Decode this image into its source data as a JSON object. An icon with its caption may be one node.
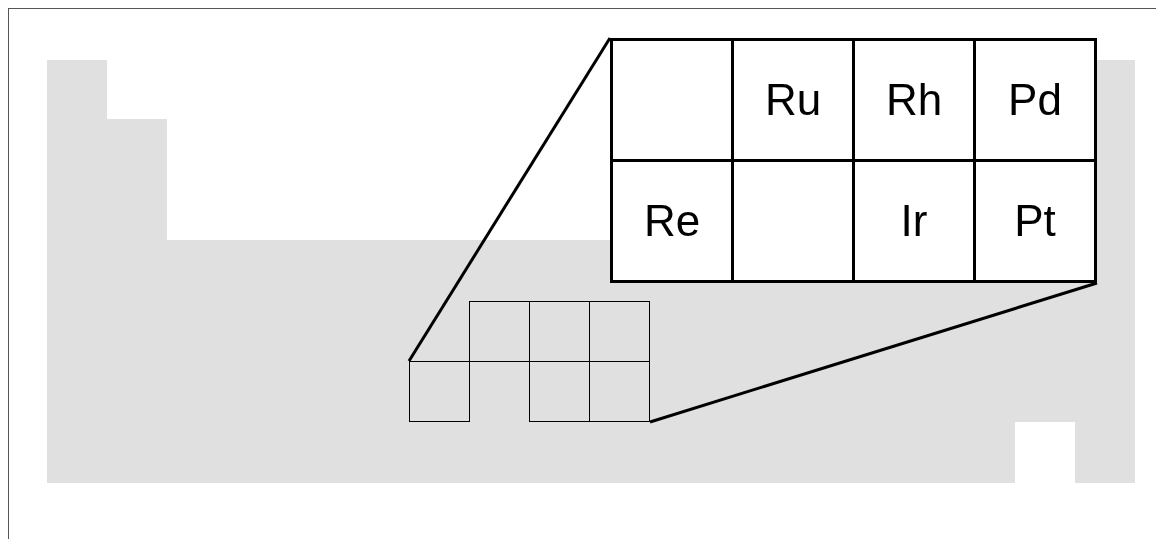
{
  "diagram": {
    "nodes": [
      {
        "text": [],
        "shape": "box"
      },
      {
        "text": [],
        "shape": "box",
        "in": 0
      },
      {
        "text": [
          "Ru"
        ],
        "in": 0
      },
      {
        "text": [
          "Rh"
        ],
        "in": 0
      },
      {
        "text": [
          "Pd"
        ],
        "in": 0
      },
      {
        "text": [
          "Re"
        ],
        "in": 0
      },
      {
        "text": [],
        "shape": "box",
        "in": 0
      },
      {
        "text": [
          "Ir"
        ],
        "in": 0
      },
      {
        "text": [
          "Pt"
        ],
        "in": 0
      },
      {
        "text": [],
        "shape": "box"
      }
    ],
    "edges": [
      {
        "from": 9,
        "to": 0,
        "arrow": "none"
      },
      {
        "from": 9,
        "to": 0,
        "arrow": "none"
      }
    ]
  }
}
